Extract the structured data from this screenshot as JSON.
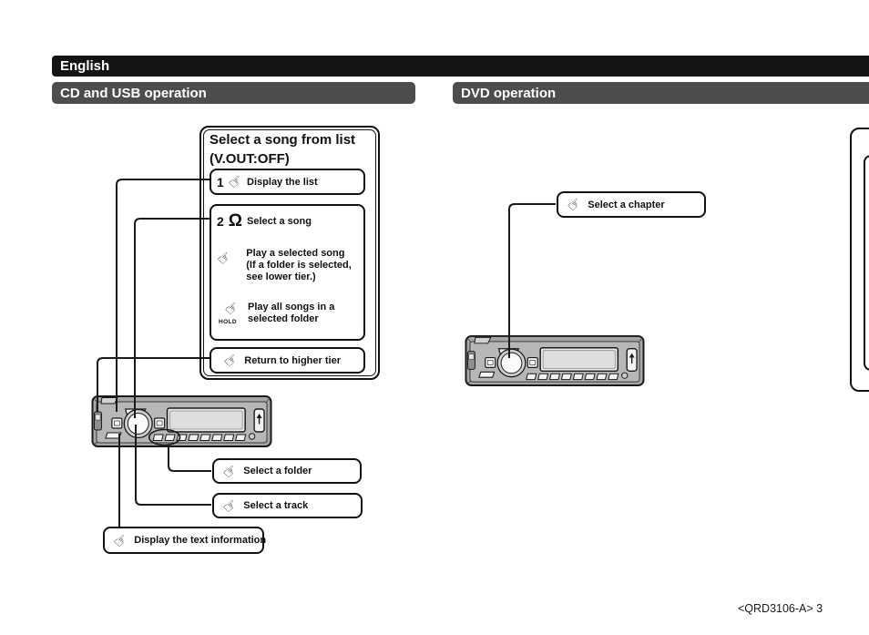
{
  "page": {
    "language_bar": "English",
    "footer": "<QRD3106-A> 3"
  },
  "sections": {
    "cd_usb": {
      "title": "CD and USB operation"
    },
    "dvd": {
      "title": "DVD operation"
    }
  },
  "song_list_panel": {
    "title_line1": "Select a song from list",
    "title_line2": "(V.OUT:OFF)",
    "step1": {
      "number": "1",
      "label": "Display the list"
    },
    "step2": {
      "number": "2",
      "label": "Select a song"
    },
    "play_selected": {
      "lines": [
        "Play a selected song",
        "(If a folder is selected,",
        "see lower tier.)"
      ]
    },
    "play_all": {
      "hold_label": "HOLD",
      "lines": [
        "Play all songs in a",
        "selected folder"
      ]
    },
    "return_tier": {
      "label": "Return to higher tier"
    }
  },
  "callouts": {
    "folder": "Select a folder",
    "track": "Select a track",
    "text_info": "Display the text information",
    "chapter": "Select a chapter"
  },
  "icons": {
    "press": "☞",
    "rotate": "Ω"
  },
  "colors": {
    "bar_black": "#141414",
    "bar_gray": "#4d4d4d",
    "line": "#1a1a1a"
  }
}
